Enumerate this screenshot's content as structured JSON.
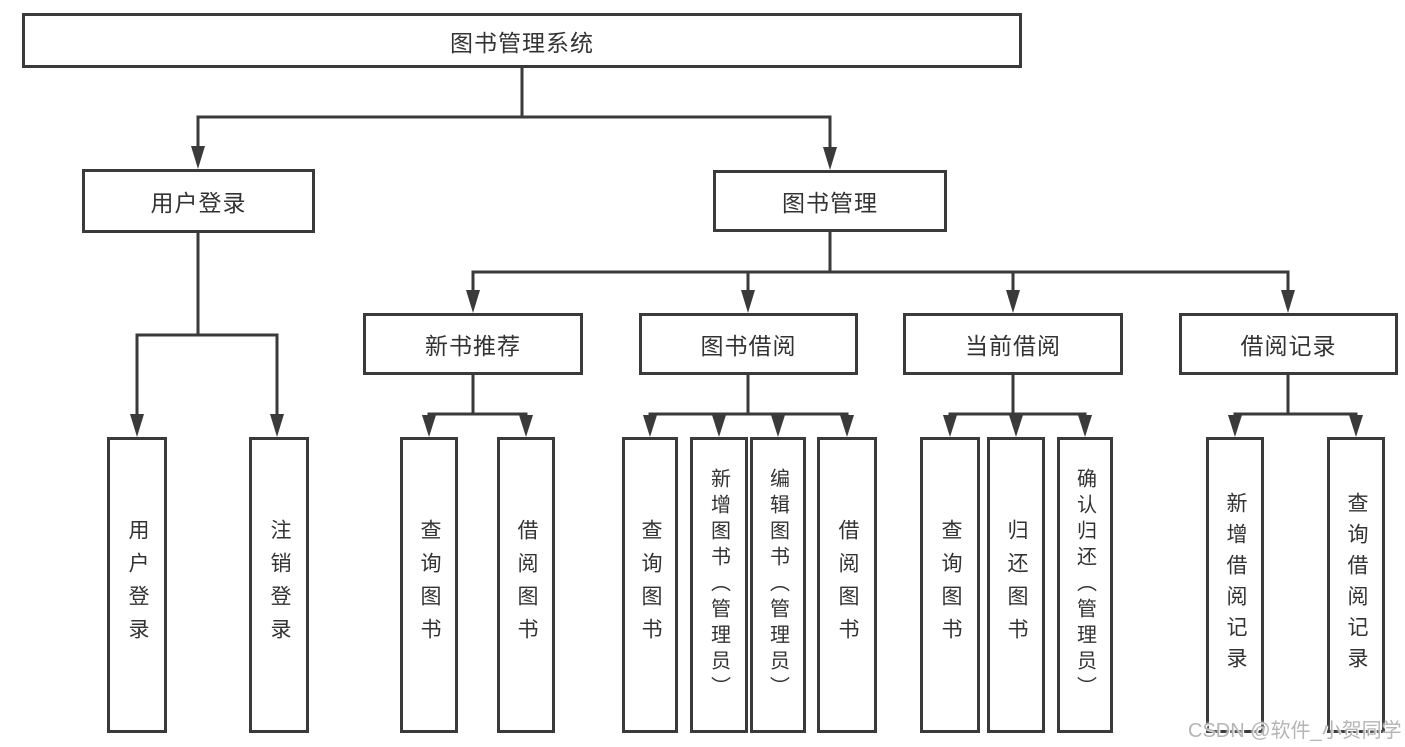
{
  "watermark": "CSDN @软件_小贺同学",
  "colors": {
    "line": "#3a3a3a",
    "text": "#333333",
    "watermark": "#b5b5b5"
  },
  "tree": {
    "root": {
      "label": "图书管理系统"
    },
    "branches": [
      {
        "label": "用户登录",
        "children": [
          {
            "label": "用户登录"
          },
          {
            "label": "注销登录"
          }
        ]
      },
      {
        "label": "图书管理",
        "groups": [
          {
            "label": "新书推荐",
            "children": [
              {
                "label": "查询图书"
              },
              {
                "label": "借阅图书"
              }
            ]
          },
          {
            "label": "图书借阅",
            "children": [
              {
                "label": "查询图书"
              },
              {
                "label": "新增图书（管理员）"
              },
              {
                "label": "编辑图书（管理员）"
              },
              {
                "label": "借阅图书"
              }
            ]
          },
          {
            "label": "当前借阅",
            "children": [
              {
                "label": "查询图书"
              },
              {
                "label": "归还图书"
              },
              {
                "label": "确认归还（管理员）"
              }
            ]
          },
          {
            "label": "借阅记录",
            "children": [
              {
                "label": "新增借阅记录"
              },
              {
                "label": "查询借阅记录"
              }
            ]
          }
        ]
      }
    ]
  }
}
